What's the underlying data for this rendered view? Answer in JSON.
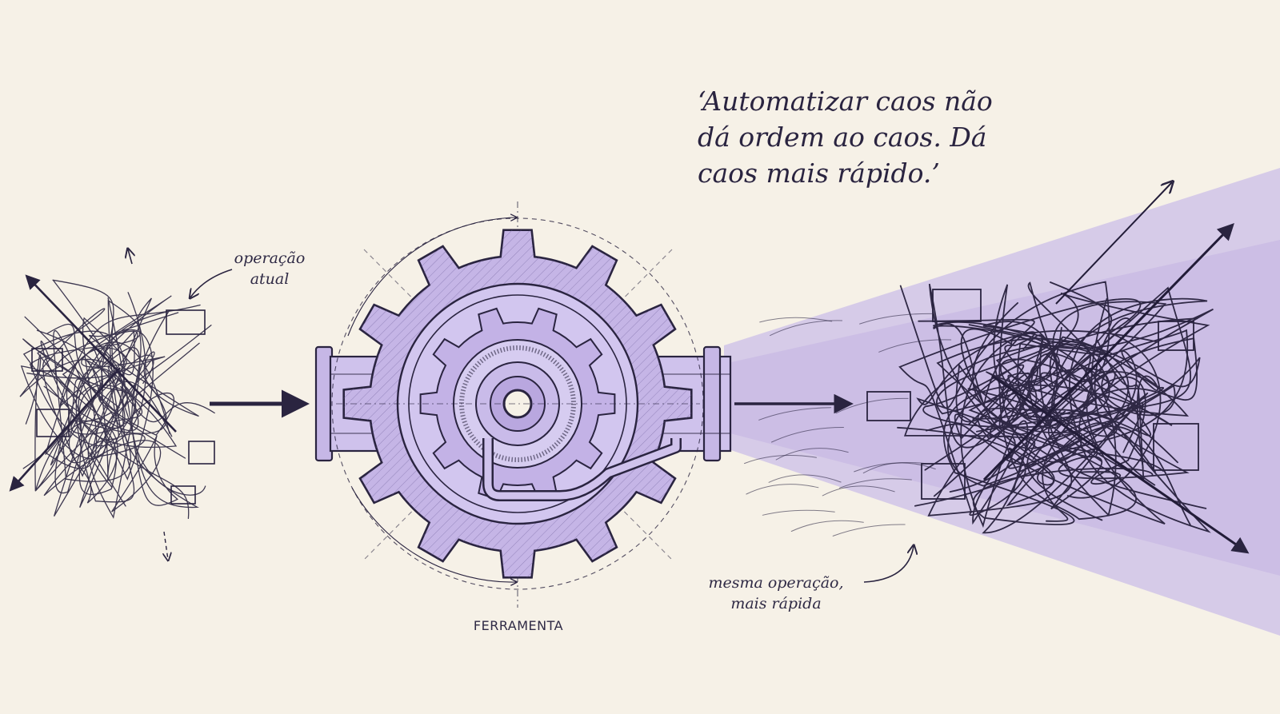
{
  "quote": {
    "line1": "‘Automatizar caos não",
    "line2": "dá ordem ao caos. Dá",
    "line3": "caos mais rápido.’"
  },
  "labels": {
    "current_op_line1": "operação",
    "current_op_line2": "atual",
    "same_op_line1": "mesma operação,",
    "same_op_line2": "mais rápida",
    "tool": "FERRAMENTA"
  },
  "colors": {
    "background": "#f6f1e7",
    "ink": "#2a2440",
    "accent": "#b7a6dc",
    "accent_light": "#d9cfee"
  }
}
